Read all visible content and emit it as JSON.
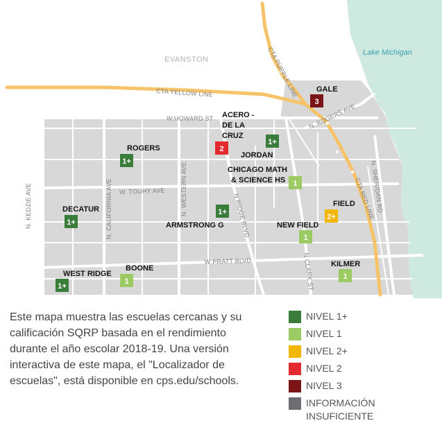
{
  "map": {
    "area_label": "EVANSTON",
    "lake_label": "Lake Michigan",
    "streets": {
      "howard": "W.HOWARD ST",
      "touhy": "W. TOUHY AVE",
      "pratt": "W PRATT BLVD",
      "kedzie": "N. KEDZIE AVE",
      "california": "N. CALIFORNIA AVE",
      "western": "N. WESTERN AVE",
      "ridge": "N RIDGE BLVD",
      "clark": "N CLARK ST",
      "sheridan": "N. SHERIDAN RD",
      "rogers": "N. ROGERS AVE"
    },
    "lines": {
      "yellow": "CTA YELLOW LINE",
      "purple": "CTA PURPLE LINE",
      "red": "CTA RED LINE"
    },
    "schools": [
      {
        "id": "gale",
        "name_lines": [
          "GALE"
        ],
        "rating": "3"
      },
      {
        "id": "acero",
        "name_lines": [
          "ACERO -",
          "DE LA",
          "CRUZ"
        ],
        "rating": "2"
      },
      {
        "id": "jordan",
        "name_lines": [
          "JORDAN"
        ],
        "rating": "1+"
      },
      {
        "id": "rogers",
        "name_lines": [
          "ROGERS"
        ],
        "rating": "1+"
      },
      {
        "id": "chicago-math",
        "name_lines": [
          "CHICAGO MATH",
          "& SCIENCE HS"
        ],
        "rating": "1"
      },
      {
        "id": "decatur",
        "name_lines": [
          "DECATUR"
        ],
        "rating": "1+"
      },
      {
        "id": "armstrong",
        "name_lines": [
          "ARMSTRONG G"
        ],
        "rating": "1+"
      },
      {
        "id": "field",
        "name_lines": [
          "FIELD"
        ],
        "rating": "2+"
      },
      {
        "id": "new-field",
        "name_lines": [
          "NEW FIELD"
        ],
        "rating": "1"
      },
      {
        "id": "west-ridge",
        "name_lines": [
          "WEST RIDGE"
        ],
        "rating": "1+"
      },
      {
        "id": "boone",
        "name_lines": [
          "BOONE"
        ],
        "rating": "1"
      },
      {
        "id": "kilmer",
        "name_lines": [
          "KILMER"
        ],
        "rating": "1"
      }
    ]
  },
  "colors": {
    "level_1_plus": "#3a7d3a",
    "level_1": "#9bcb62",
    "level_2_plus": "#f2b705",
    "level_2": "#e32a2e",
    "level_3": "#7b1416",
    "insufficient": "#6d6e71",
    "lake": "#cde9e0",
    "city_blocks": "#d8d8d8",
    "transit_line": "#f6c36a"
  },
  "description": "Este mapa muestra las escuelas cercanas y su calificación SQRP basada en el rendimiento durante el año escolar 2018-19. Una versión interactiva de este mapa, el \"Localizador de escuelas\", está disponible en cps.edu/schools.",
  "legend": [
    {
      "key": "level_1_plus",
      "label": "NIVEL 1+"
    },
    {
      "key": "level_1",
      "label": "NIVEL 1"
    },
    {
      "key": "level_2_plus",
      "label": "NIVEL 2+"
    },
    {
      "key": "level_2",
      "label": "NIVEL 2"
    },
    {
      "key": "level_3",
      "label": "NIVEL 3"
    },
    {
      "key": "insufficient",
      "label": "INFORMACIÓN INSUFICIENTE"
    }
  ]
}
